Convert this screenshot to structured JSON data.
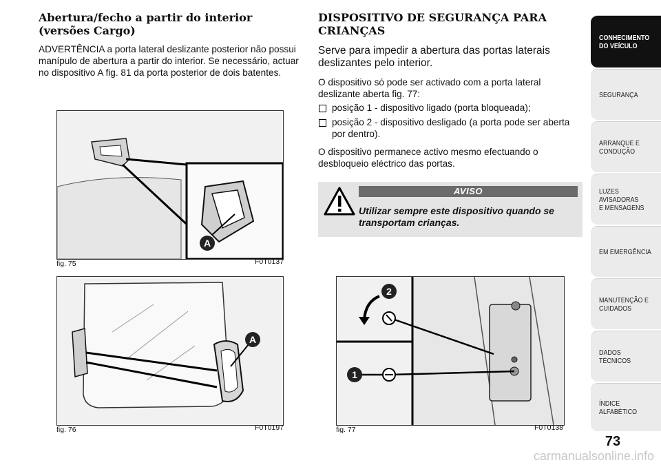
{
  "left": {
    "heading": "Abertura/fecho a partir do interior (versões Cargo)",
    "paragraph": "ADVERTÊNCIA a porta lateral deslizante posterior não possui manípulo de abertura a partir do interior. Se necessário, actuar no dispositivo A fig. 81 da porta posterior de dois batentes."
  },
  "right": {
    "heading": "DISPOSITIVO DE SEGURANÇA PARA CRIANÇAS",
    "intro": "Serve para impedir a abertura das portas laterais deslizantes pelo interior.",
    "paragraph1": "O dispositivo só pode ser activado com a porta lateral deslizante aberta fig. 77:",
    "bullets": [
      "posição 1 - dispositivo ligado (porta bloqueada);",
      "posição 2 - dispositivo desligado (a porta pode ser aberta por dentro)."
    ],
    "paragraph2": "O dispositivo permanece activo mesmo efectuando o desbloqueio eléctrico das portas."
  },
  "warning": {
    "title": "AVISO",
    "text": "Utilizar sempre este dispositivo quando se transportam crianças.",
    "icon": "warning-triangle-icon"
  },
  "figures": {
    "fig75": {
      "caption": "fig. 75",
      "code": "F0T0137",
      "callout": "A"
    },
    "fig76": {
      "caption": "fig. 76",
      "code": "F0T0197",
      "callout": "A"
    },
    "fig77": {
      "caption": "fig. 77",
      "code": "F0T0138",
      "callout_1": "1",
      "callout_2": "2"
    }
  },
  "tabs": [
    {
      "label": "CONHECIMENTO\nDO VEÍCULO",
      "active": true
    },
    {
      "label": "SEGURANÇA",
      "active": false
    },
    {
      "label": "ARRANQUE E\nCONDUÇÃO",
      "active": false
    },
    {
      "label": "LUZES AVISADORAS\nE MENSAGENS",
      "active": false
    },
    {
      "label": "EM EMERGÊNCIA",
      "active": false
    },
    {
      "label": "MANUTENÇÃO E\nCUIDADOS",
      "active": false
    },
    {
      "label": "DADOS TÉCNICOS",
      "active": false
    },
    {
      "label": "ÍNDICE ALFABÉTICO",
      "active": false
    }
  ],
  "page_number": "73",
  "watermark": "carmanualsonline.info",
  "colors": {
    "active_tab": "#111111",
    "tab": "#ebebeb",
    "warning_bg": "#e4e4e4",
    "warning_bar": "#6b6b6b"
  }
}
